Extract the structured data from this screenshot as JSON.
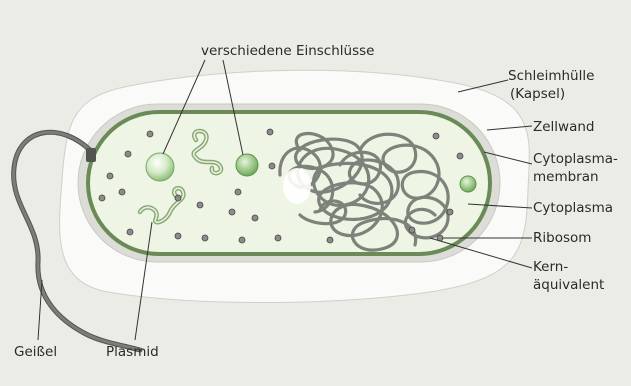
{
  "labels": {
    "inclusions": "verschiedene Einschlüsse",
    "capsule_line1": "Schleimhülle",
    "capsule_line2": "(Kapsel)",
    "cell_wall": "Zellwand",
    "membrane_line1": "Cytoplasma-",
    "membrane_line2": "membran",
    "cytoplasm": "Cytoplasma",
    "ribosome": "Ribosom",
    "nucleoid_line1": "Kern-",
    "nucleoid_line2": "äquivalent",
    "flagellum": "Geißel",
    "plasmid": "Plasmid"
  },
  "colors": {
    "background": "#ecece7",
    "capsule": "#fafaf8",
    "cell_wall": "#dcddd6",
    "membrane": "#6a8a58",
    "cytoplasm": "#eef5e4",
    "inclusion": "#8fc07a",
    "nucleoid": "#7d827a",
    "plasmid": "#8aa876",
    "ribosome": "#8c8c8c",
    "flagellum": "#7a7d78"
  }
}
